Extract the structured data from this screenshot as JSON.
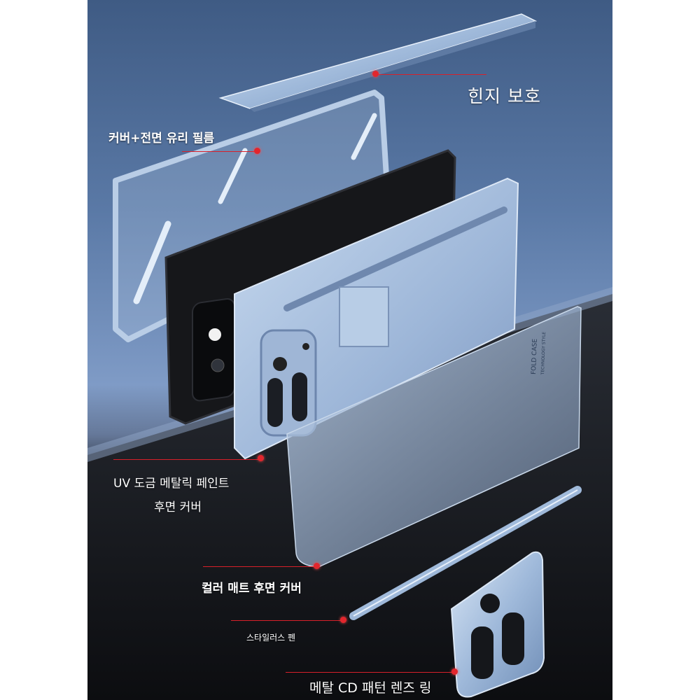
{
  "labels": {
    "hinge": "힌지 보호",
    "cover_glass": "커버+전면 유리 필름",
    "uv_line1": "UV 도금 메탈릭 페인트",
    "uv_line2": "후면 커버",
    "matte": "컬러 매트 후면 커버",
    "stylus": "스타일러스 펜",
    "lens_ring": "메탈 CD 패턴 렌즈 링"
  },
  "case_print": {
    "line1": "FOLD CASE",
    "line2": "TECHNOLOGY STYLE"
  },
  "colors": {
    "accent_line": "#d8202a",
    "case_blue": "#a6c0e0",
    "phone_black": "#16171a"
  }
}
